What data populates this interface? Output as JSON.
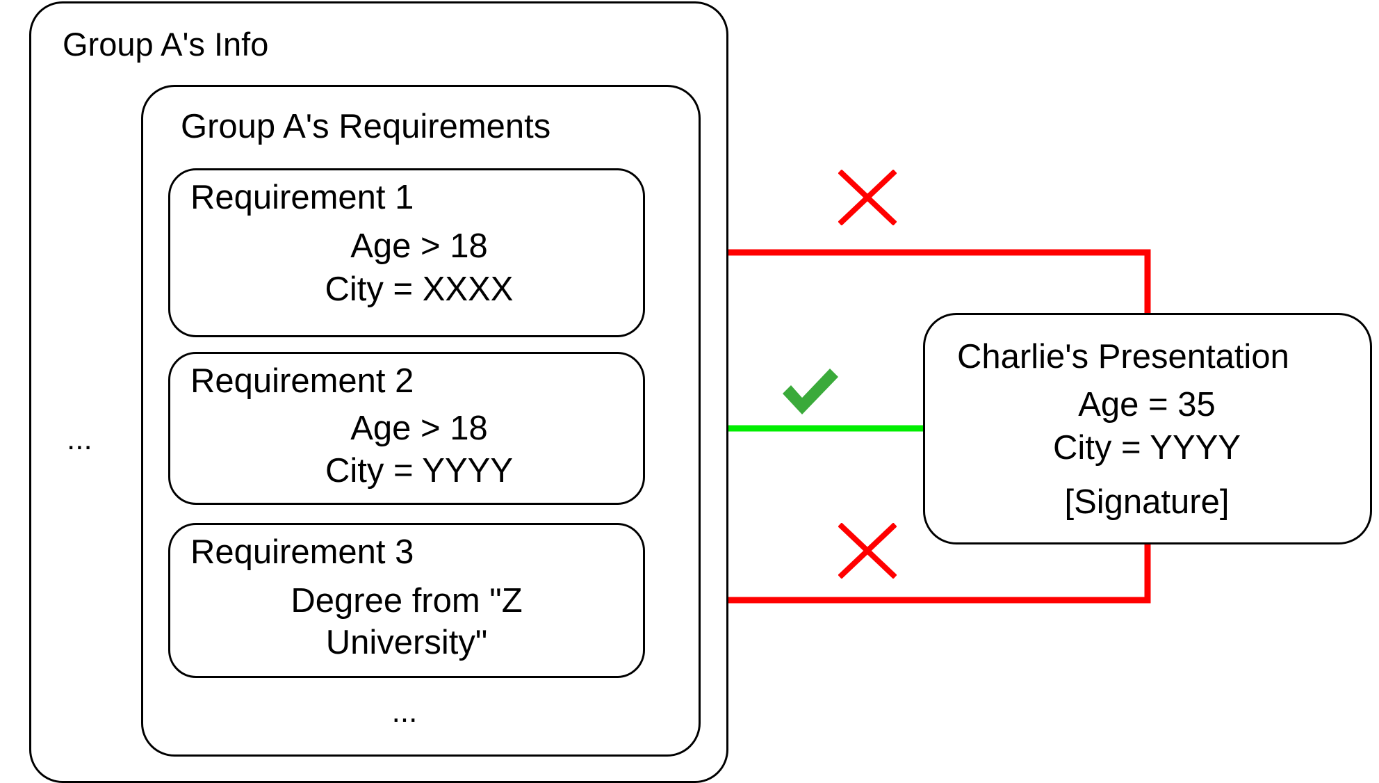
{
  "group": {
    "title": "Group A's Info",
    "side_ellipsis": "...",
    "requirements": {
      "title": "Group A's Requirements",
      "items": [
        {
          "label": "Requirement 1",
          "lines": [
            "Age > 18",
            "City = XXXX"
          ],
          "result": "fail"
        },
        {
          "label": "Requirement 2",
          "lines": [
            "Age > 18",
            "City = YYYY"
          ],
          "result": "pass"
        },
        {
          "label": "Requirement 3",
          "lines": [
            "Degree from \"Z",
            "University\""
          ],
          "result": "fail"
        }
      ],
      "more": "..."
    }
  },
  "presentation": {
    "title": "Charlie's Presentation",
    "lines": [
      "Age = 35",
      "City = YYYY",
      "[Signature]"
    ]
  },
  "colors": {
    "fail": "#ff0000",
    "pass": "#00ee00",
    "check": "#3aaa3a"
  },
  "icons": {
    "fail": "cross-icon",
    "pass": "check-icon"
  }
}
